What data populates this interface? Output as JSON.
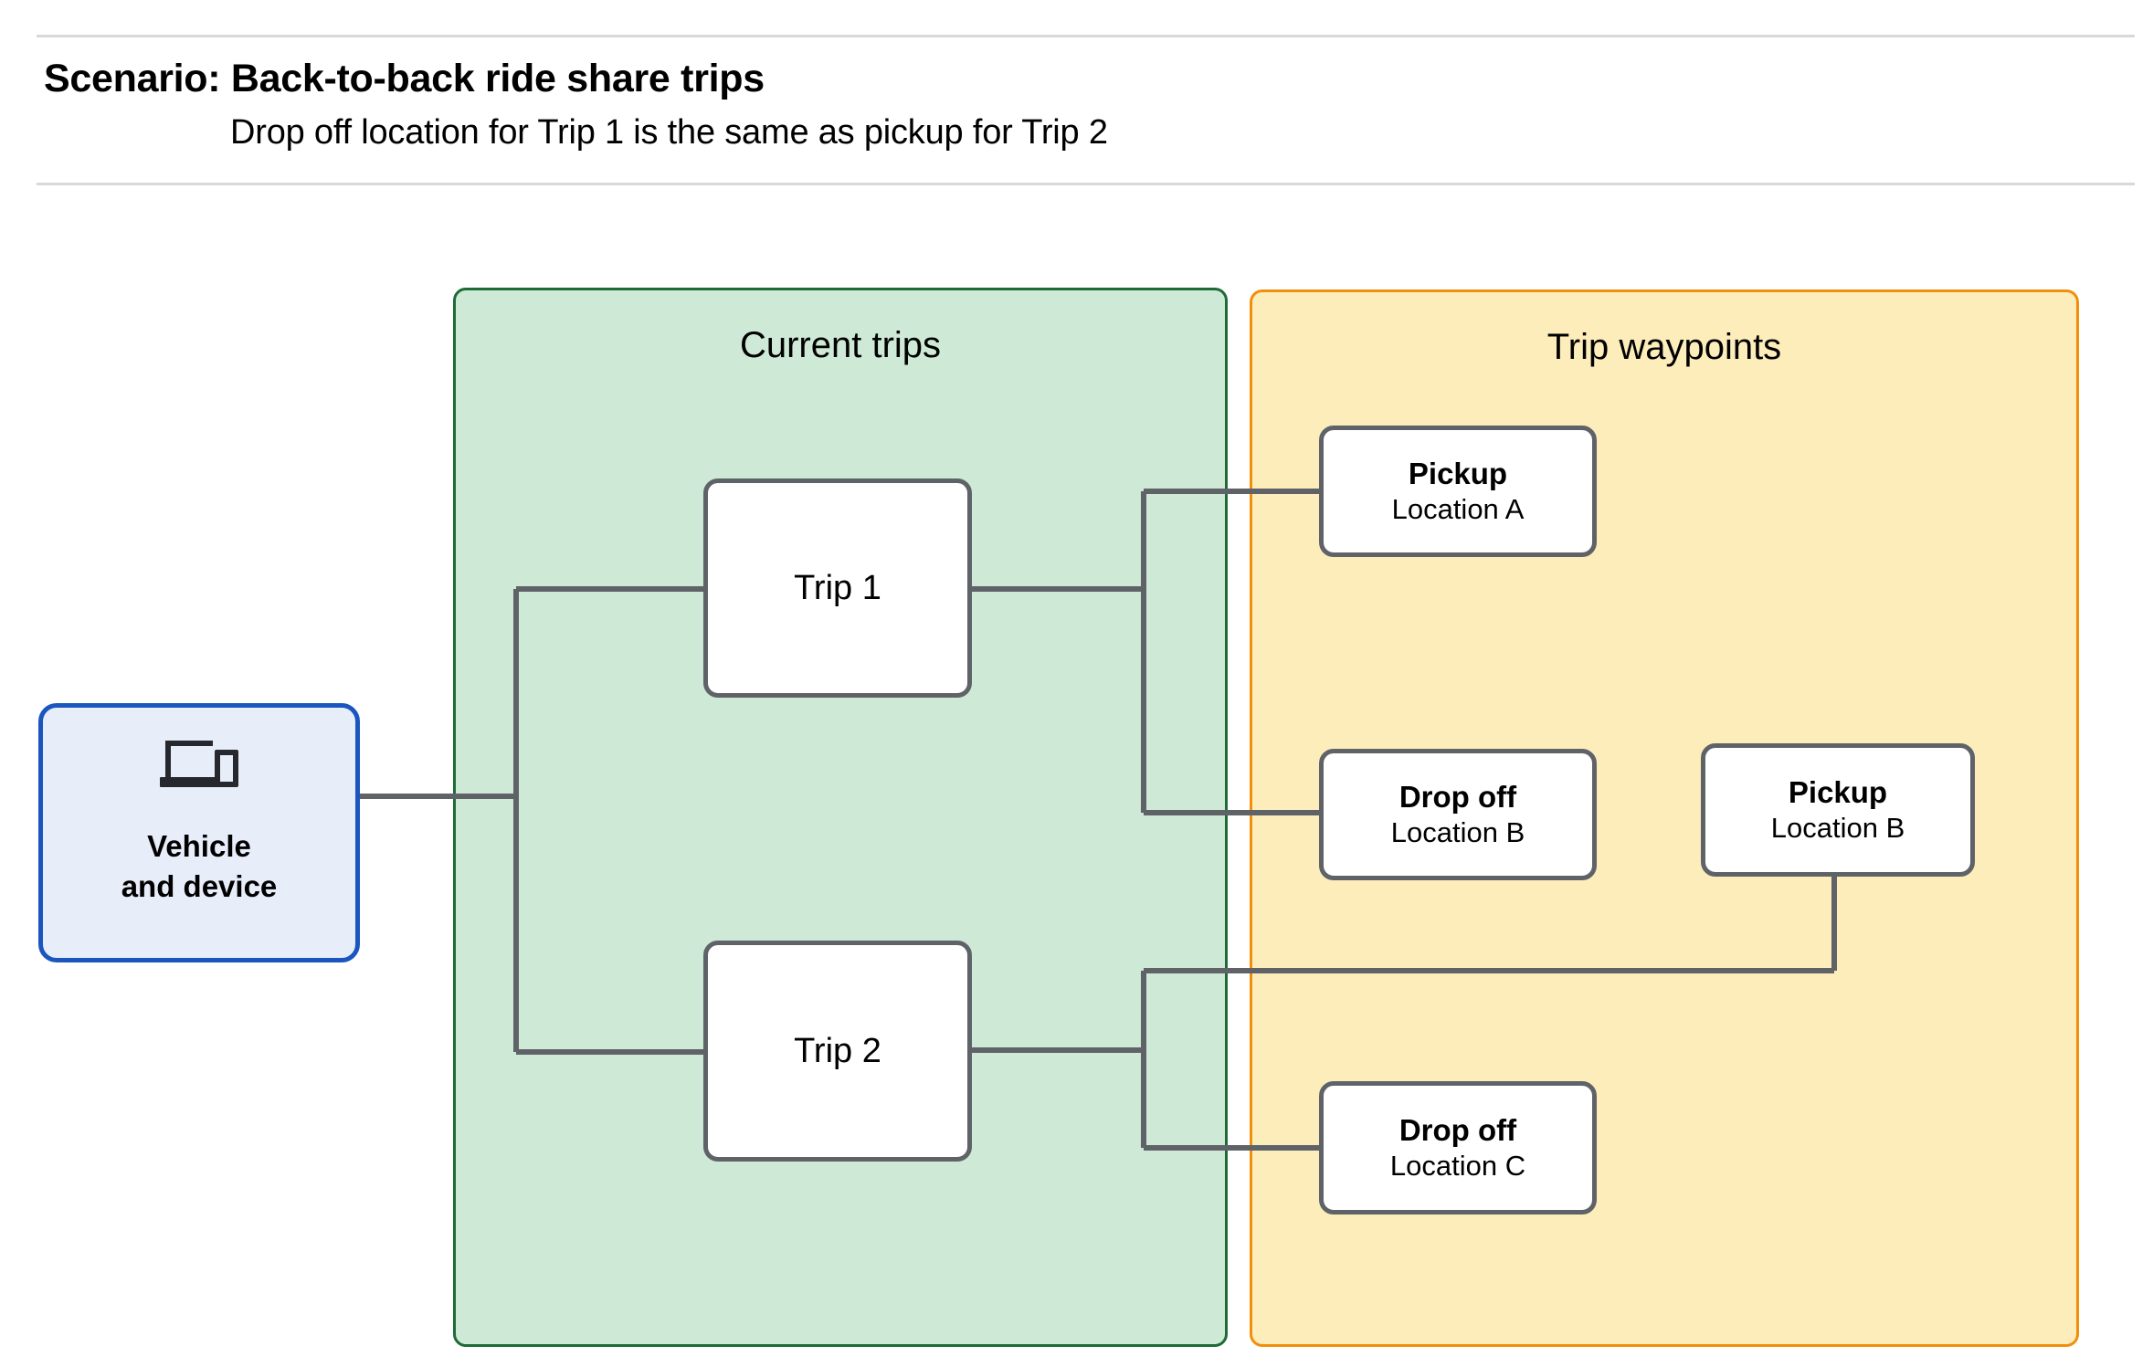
{
  "header": {
    "title": "Scenario: Back-to-back ride share trips",
    "subtitle": "Drop off  location for Trip 1 is the same as pickup for Trip 2"
  },
  "groups": {
    "current_trips": {
      "title": "Current trips"
    },
    "trip_waypoints": {
      "title": "Trip waypoints"
    }
  },
  "vehicle": {
    "icon": "devices-icon",
    "label": "Vehicle\nand device"
  },
  "trips": [
    {
      "label": "Trip 1"
    },
    {
      "label": "Trip 2"
    }
  ],
  "waypoints": [
    {
      "type": "Pickup",
      "location": "Location A"
    },
    {
      "type": "Drop off",
      "location": "Location B"
    },
    {
      "type": "Pickup",
      "location": "Location B"
    },
    {
      "type": "Drop off",
      "location": "Location C"
    }
  ],
  "colors": {
    "current_trips_fill": "#cee9d5",
    "current_trips_border": "#1d6b36",
    "trip_waypoints_fill": "#fdedba",
    "trip_waypoints_border": "#f18f0c",
    "vehicle_fill": "#e8edfa",
    "vehicle_border": "#1a56bd",
    "node_border": "#5f6368",
    "connector": "#5f6368",
    "rule": "#d8d8d8"
  }
}
